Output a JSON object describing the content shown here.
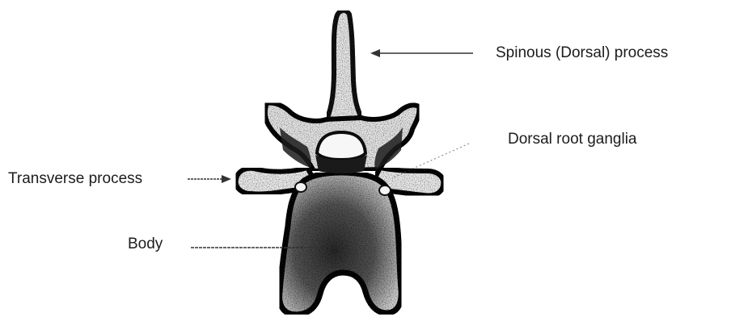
{
  "labels": {
    "spinous_process": "Spinous (Dorsal) process",
    "dorsal_root_ganglia": "Dorsal root ganglia",
    "transverse_process": "Transverse process",
    "body": "Body"
  },
  "colors": {
    "bone_shadow": "#151515",
    "bone_highlight": "#f3f3f3",
    "label_text": "#1c1c1c",
    "leader_line": "#333333"
  }
}
